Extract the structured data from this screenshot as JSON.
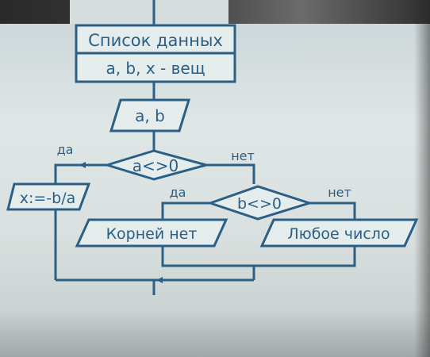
{
  "diagram": {
    "data_box": {
      "title": "Список данных",
      "vars": "a, b, x - вещ"
    },
    "input": "a, b",
    "cond1": "a<>0",
    "cond1_yes": "да",
    "cond1_no": "нет",
    "assign": "x:=-b/a",
    "cond2": "b<>0",
    "cond2_yes": "да",
    "cond2_no": "нет",
    "out_no_roots": "Корней нет",
    "out_any": "Любое число"
  }
}
